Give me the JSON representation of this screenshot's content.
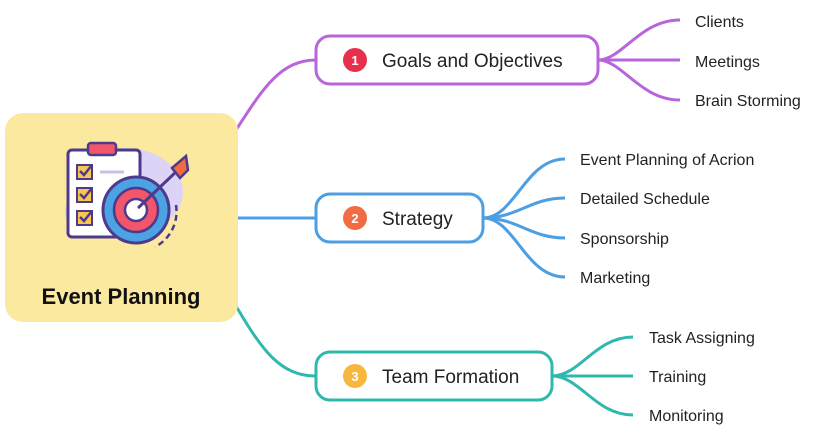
{
  "central": {
    "label": "Event Planning",
    "icon": "target-checklist-icon"
  },
  "branches": [
    {
      "number": "1",
      "label": "Goals and Objectives",
      "color": "#b865dc",
      "badge_color": "#e8304c",
      "children": [
        "Clients",
        "Meetings",
        "Brain Storming"
      ]
    },
    {
      "number": "2",
      "label": "Strategy",
      "color": "#4c9fe3",
      "badge_color": "#f26b43",
      "children": [
        "Event Planning of Acrion",
        "Detailed Schedule",
        "Sponsorship",
        "Marketing"
      ]
    },
    {
      "number": "3",
      "label": "Team Formation",
      "color": "#2fb8ad",
      "badge_color": "#f6b73c",
      "children": [
        "Task Assigning",
        "Training",
        "Monitoring"
      ]
    }
  ],
  "colors": {
    "central_bg": "#fbe9a0"
  }
}
